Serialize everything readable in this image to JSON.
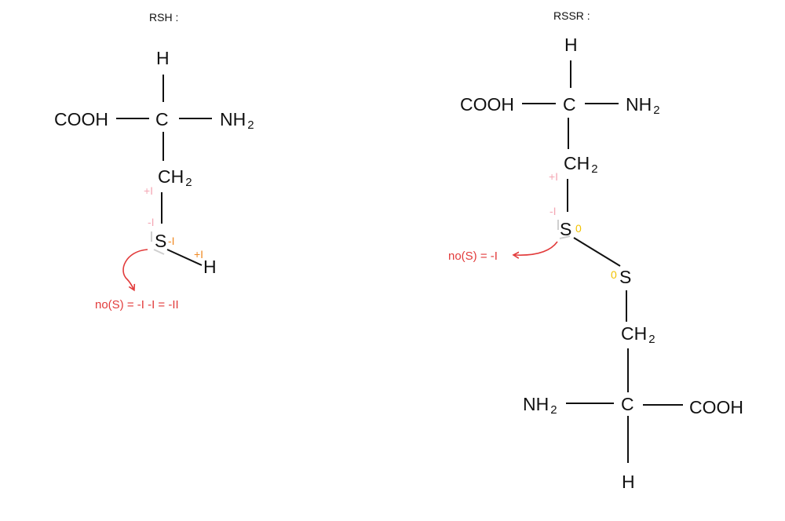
{
  "titles": {
    "left": "RSH :",
    "right": "RSSR :"
  },
  "atoms": {
    "H": "H",
    "C": "C",
    "S": "S",
    "COOH": "COOH",
    "NH": "NH",
    "CH": "CH",
    "sub2": "2"
  },
  "charges": {
    "plus_i": "+I",
    "minus_i": "-I",
    "zero": "0"
  },
  "notes": {
    "rsh": "no(S) = -I -I = -II",
    "rssr": "no(S) = -I"
  },
  "colors": {
    "text": "#111111",
    "plus_i": "#f4a7b4",
    "minus_i": "#f4a7b4",
    "orange": "#f08a24",
    "zero": "#f2c200",
    "note": "#e23b3b",
    "light_bond": "#cfcfcf"
  }
}
